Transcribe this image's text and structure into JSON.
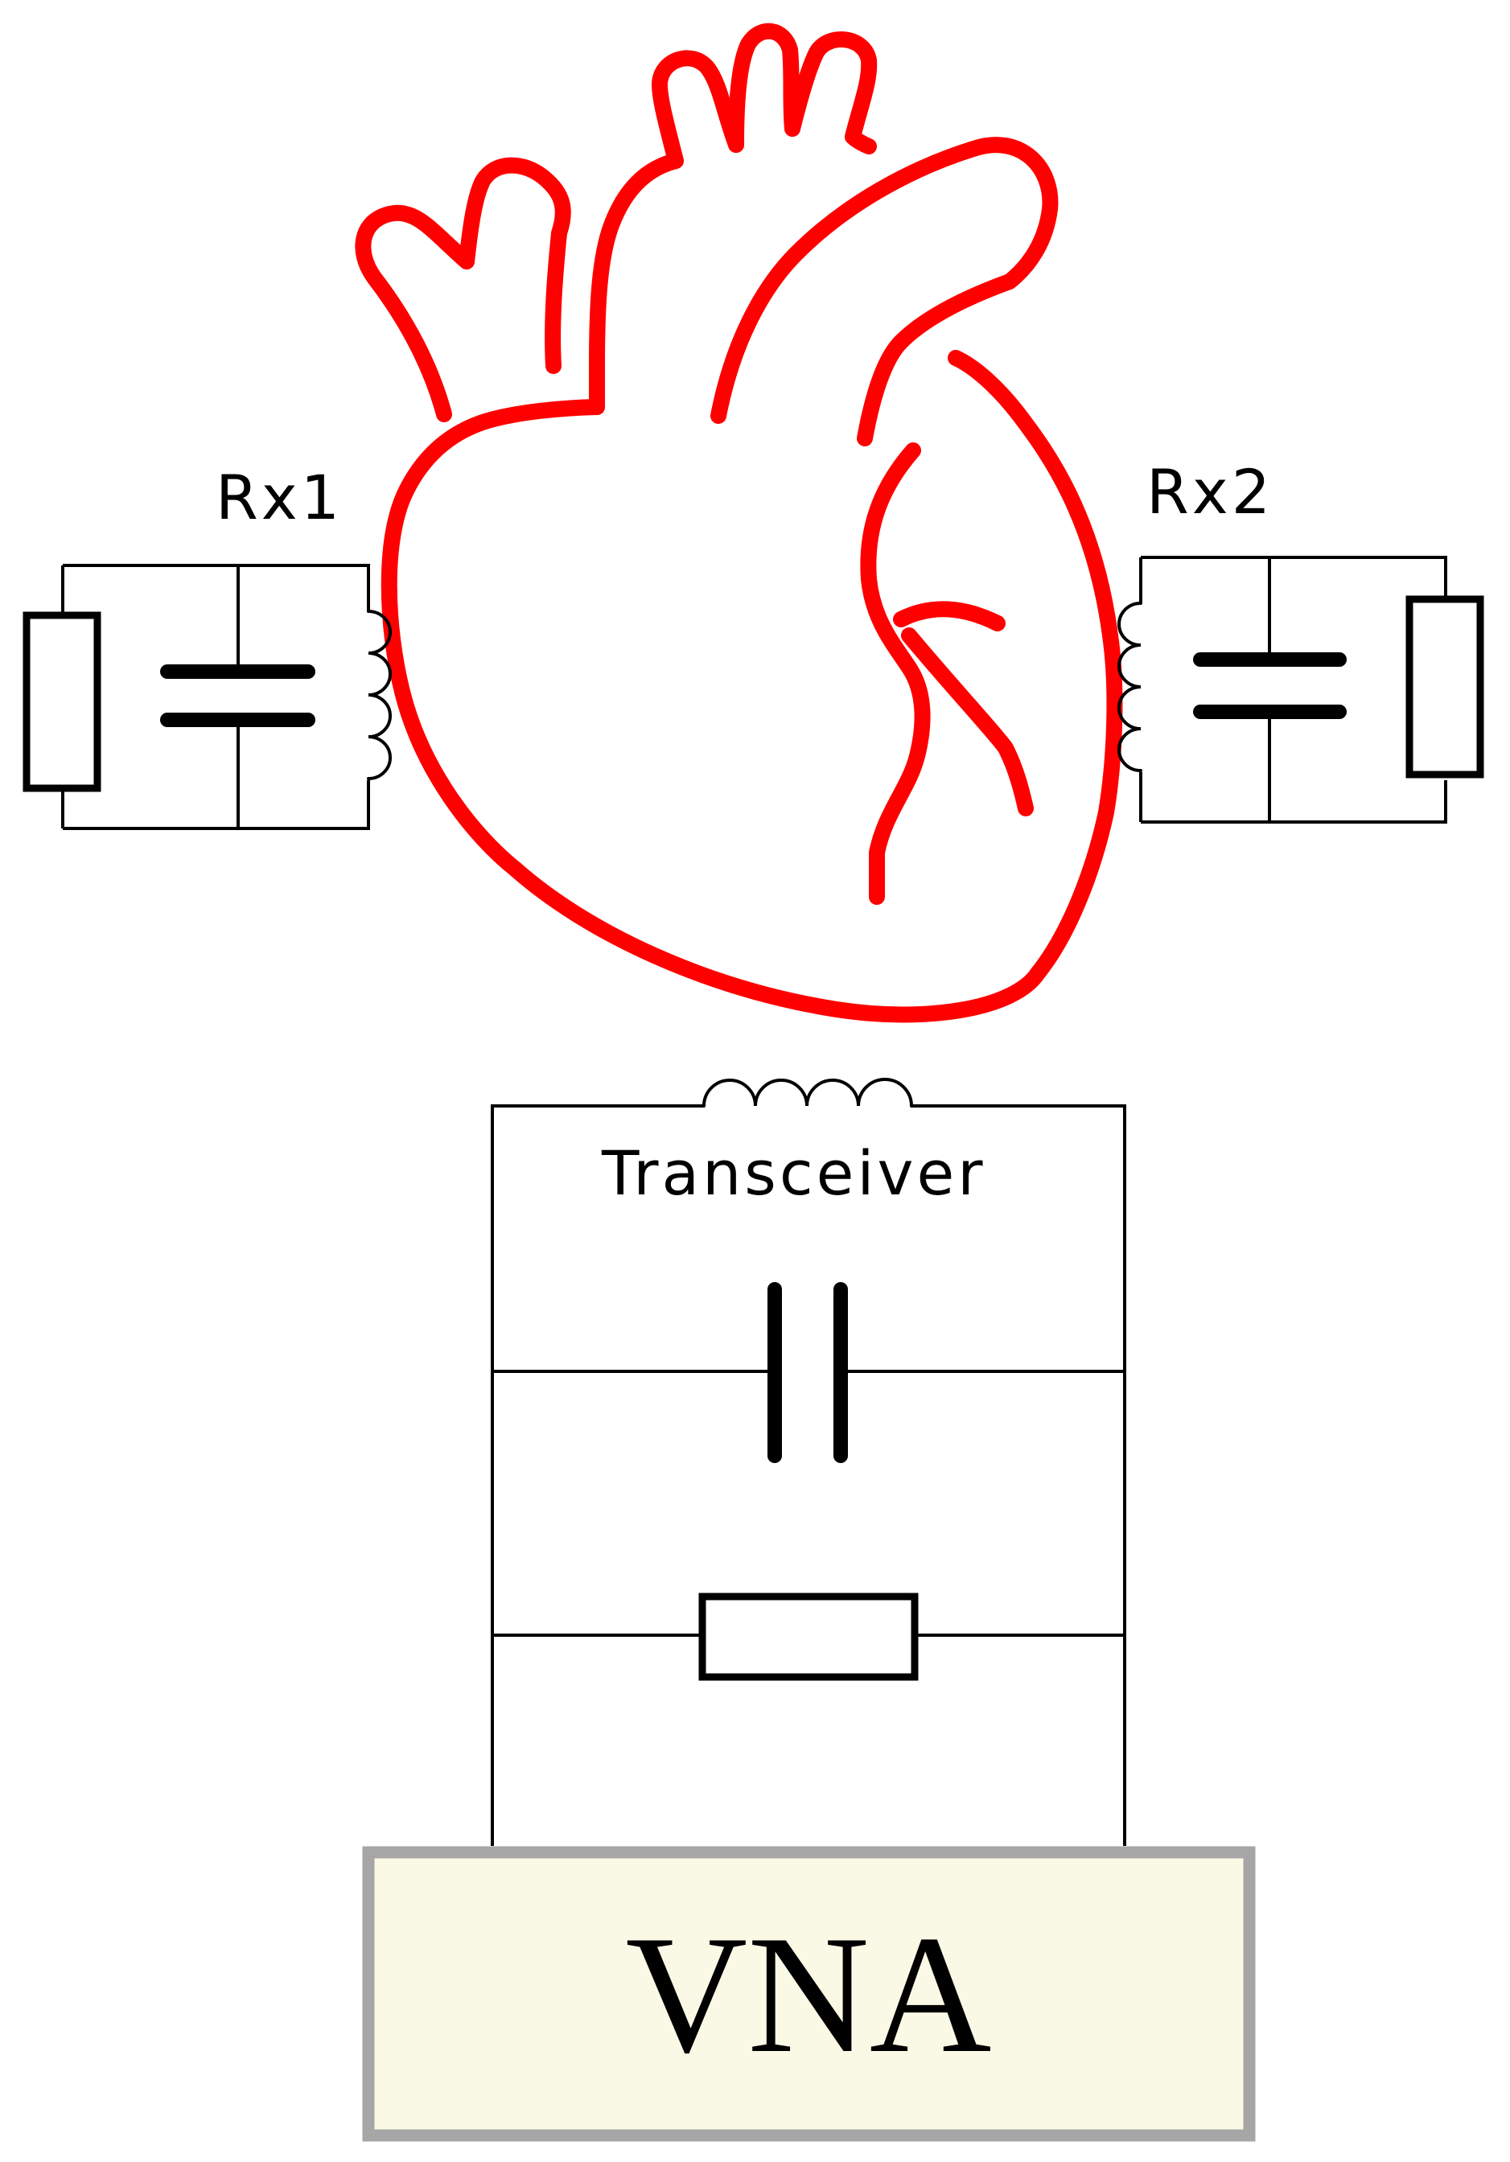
{
  "labels": {
    "rx1": "Rx1",
    "rx2": "Rx2",
    "transceiver": "Transceiver",
    "vna": "VNA"
  },
  "colors": {
    "heart_outline": "#ff0000",
    "circuit": "#000000",
    "vna_fill": "#f9f9e5",
    "vna_border": "#a6a6a6"
  }
}
